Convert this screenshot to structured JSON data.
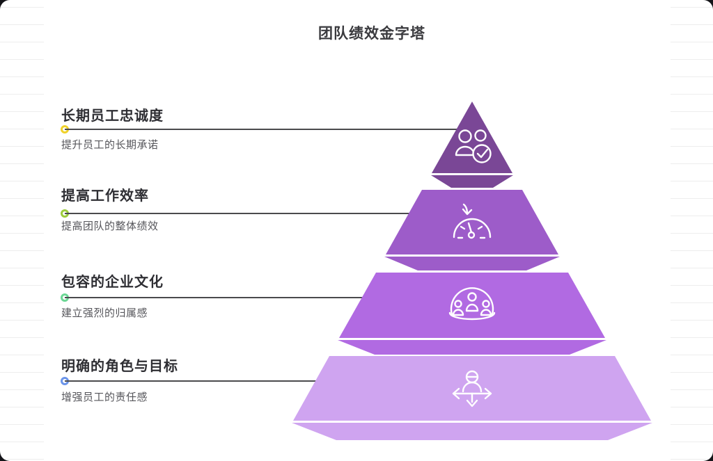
{
  "title": "团队绩效金字塔",
  "pyramid": {
    "icon_stroke": "#ffffff",
    "levels": [
      {
        "rank": 1,
        "label": "长期员工忠诚度",
        "description": "提升员工的长期承诺",
        "fill": "#7a4796",
        "dot_color": "#f0d22b",
        "icon": "users-check-icon"
      },
      {
        "rank": 2,
        "label": "提高工作效率",
        "description": "提高团队的整体绩效",
        "fill": "#9d5cc9",
        "dot_color": "#9ccb3b",
        "icon": "gauge-arrow-icon"
      },
      {
        "rank": 3,
        "label": "包容的企业文化",
        "description": "建立强烈的归属感",
        "fill": "#b16ae2",
        "dot_color": "#6cd795",
        "icon": "team-dome-icon"
      },
      {
        "rank": 4,
        "label": "明确的角色与目标",
        "description": "增强员工的责任感",
        "fill": "#cfa4f0",
        "dot_color": "#6c95ea",
        "icon": "person-arrows-icon"
      }
    ]
  },
  "style": {
    "connector_color": "#4a4a4d",
    "title_color": "#3a3a3e",
    "label_color": "#2e2e33",
    "description_color": "#55555a",
    "ruling_color": "#ededed",
    "card_bg": "#ffffff"
  }
}
